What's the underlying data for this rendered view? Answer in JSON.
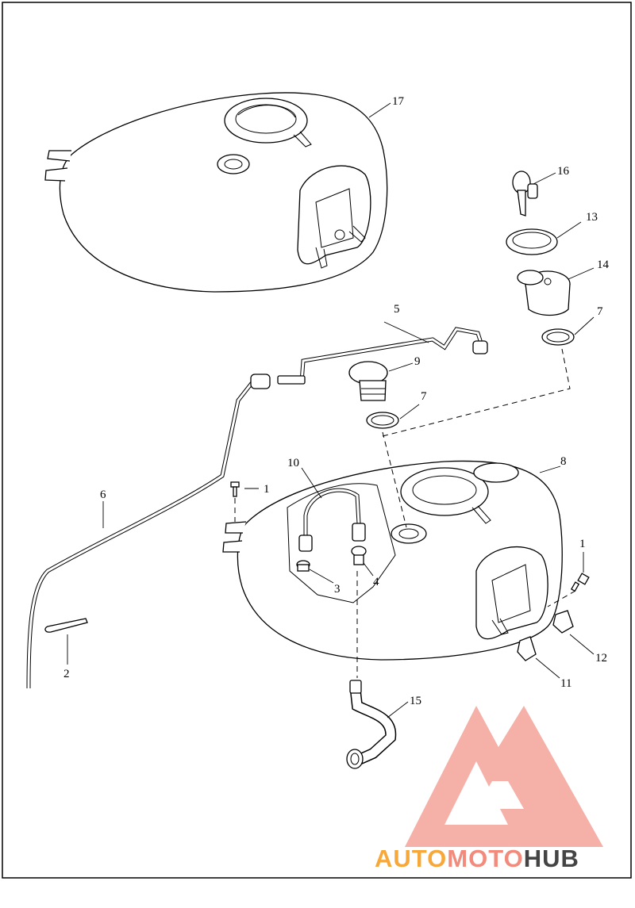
{
  "callouts": [
    "1",
    "2",
    "3",
    "4",
    "5",
    "6",
    "7",
    "7",
    "8",
    "9",
    "10",
    "11",
    "12",
    "13",
    "14",
    "15",
    "16",
    "17",
    "1"
  ],
  "watermark": {
    "part1": "AUTO",
    "part2": "MOTO",
    "part3": "HUB",
    "color1": "#f7a83a",
    "color2": "#f28b7c",
    "color3": "#444444",
    "logo_color": "#f4a39a"
  },
  "icons": [
    "key-icon",
    "automotohub-logo-icon"
  ]
}
